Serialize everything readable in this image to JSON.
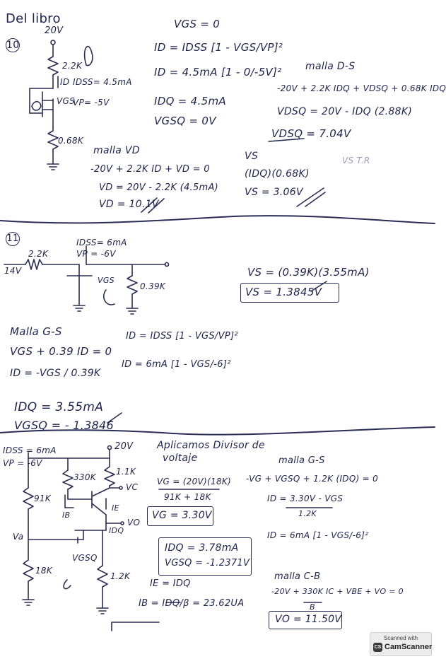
{
  "page": {
    "title": "Del libro",
    "scanner": {
      "top": "Scanned with",
      "brand": "CamScanner",
      "logo": "CS"
    }
  },
  "p10": {
    "number": "10",
    "supply": "20V",
    "rd": "2.2K",
    "id_arrow": "ID",
    "idss": "IDSS= 4.5mA",
    "vp": "VP= -5V",
    "vgs": "VGS",
    "rs": "0.68K",
    "eq_vgs0": "VGS = 0",
    "eq_shockley": "ID = IDSS [1 - VGS/VP]²",
    "eq_sub": "ID = 4.5mA [1 - 0/-5V]²",
    "eq_idq": "IDQ = 4.5mA",
    "eq_vgsq": "VGSQ = 0V",
    "malla_ds_title": "malla D-S",
    "malla_ds_eq": "-20V + 2.2K IDQ + VDSQ + 0.68K IDQ",
    "vdsq_eq": "VDSQ = 20V - IDQ (2.88K)",
    "vdsq_val": "VDSQ = 7.04V",
    "malla_vd_title": "malla VD",
    "vd_eq1": "-20V + 2.2K ID + VD = 0",
    "vd_eq2": "VD = 20V - 2.2K (4.5mA)",
    "vd_val": "VD = 10.1V",
    "vs_label": "VS",
    "vs_eq": "(IDQ)(0.68K)",
    "vs_val": "VS = 3.06V",
    "faint": "VS T.R"
  },
  "p11": {
    "number": "11",
    "idss": "IDSS= 6mA",
    "vp": "VP = -6V",
    "rg": "2.2K",
    "vin": "14V",
    "vgs": "VGS",
    "rs": "0.39K",
    "vs_eq": "VS = (0.39K)(3.55mA)",
    "vs_val": "VS = 1.3845V",
    "malla_title": "Malla G-S",
    "malla_eq": "VGS + 0.39 ID = 0",
    "id_eq": "ID = -VGS / 0.39K",
    "shockley": "ID = IDSS [1 - VGS/VP]²",
    "shockley_sub": "ID = 6mA [1 - VGS/-6]²",
    "idq": "IDQ = 3.55mA",
    "vgsq": "VGSQ = - 1.3846"
  },
  "p12": {
    "idss": "IDSS = 6mA",
    "vp": "VP = -6V",
    "supply": "20V",
    "r91": "91K",
    "r330": "330K",
    "r1_1": "1.1K",
    "vc": "VC",
    "ib": "IB",
    "ie": "IE",
    "vo": "VO",
    "idq_arrow": "IDQ",
    "va": "Va",
    "r18": "18K",
    "vgsq_label": "VGSQ",
    "r1_2": "1.2K",
    "divisor_title_1": "Aplicamos Divisor de",
    "divisor_title_2": "voltaje",
    "vg_eq_num": "VG = (20V)(18K)",
    "vg_eq_den": "91K + 18K",
    "vg_val": "VG = 3.30V",
    "malla_gs_title": "malla G-S",
    "malla_gs_eq": "-VG + VGSQ + 1.2K (IDQ) = 0",
    "id_eq": "ID = 3.30V - VGS",
    "id_eq_den": "1.2K",
    "id_shockley": "ID = 6mA [1 - VGS/-6]²",
    "idq_val": "IDQ = 3.78mA",
    "vgsq_val": "VGSQ = -1.2371V",
    "ie_eq": "IE = IDQ",
    "ib_eq": "IB = IDQ/β = 23.62UA",
    "malla_cb_title": "malla C-B",
    "malla_cb_eq": "-20V + 330K IC + VBE + VO = 0",
    "malla_cb_den": "B",
    "vo_val": "VO = 11.50V"
  }
}
